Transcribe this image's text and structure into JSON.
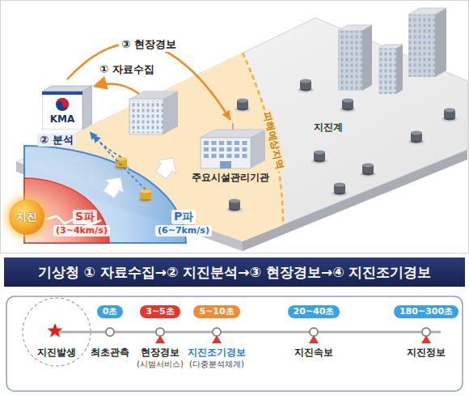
{
  "diagram": {
    "nodes": [
      {
        "text": [
          "KMA"
        ]
      },
      {
        "text": [
          "지진"
        ]
      },
      {
        "text": [
          "주요시설관리기관"
        ]
      },
      {
        "text": [
          "기상청 ① 자료수집→② 지진분석→③ 현장경보→④ 지진조기경보"
        ]
      },
      {
        "text": [
          "0초"
        ]
      },
      {
        "text": [
          "3~5초"
        ]
      },
      {
        "text": [
          "5~10초"
        ]
      },
      {
        "text": [
          "20~40초"
        ]
      },
      {
        "text": [
          "180~300초"
        ]
      }
    ],
    "edges": [
      {
        "from": 0,
        "to": 2,
        "arrow": "to",
        "label": "③ 현장경보"
      }
    ],
    "labels": [
      "① 자료수집",
      "② 분석",
      "지진계",
      "피해예상지역",
      "S파",
      "(3~4km/s)",
      "P파",
      "(6~7km/s)",
      "지진발생",
      "최초관측",
      "현장경보",
      "(시범서비스)",
      "지진조기경보",
      "(다중분석체계)",
      "지진속보",
      "지진정보"
    ]
  }
}
